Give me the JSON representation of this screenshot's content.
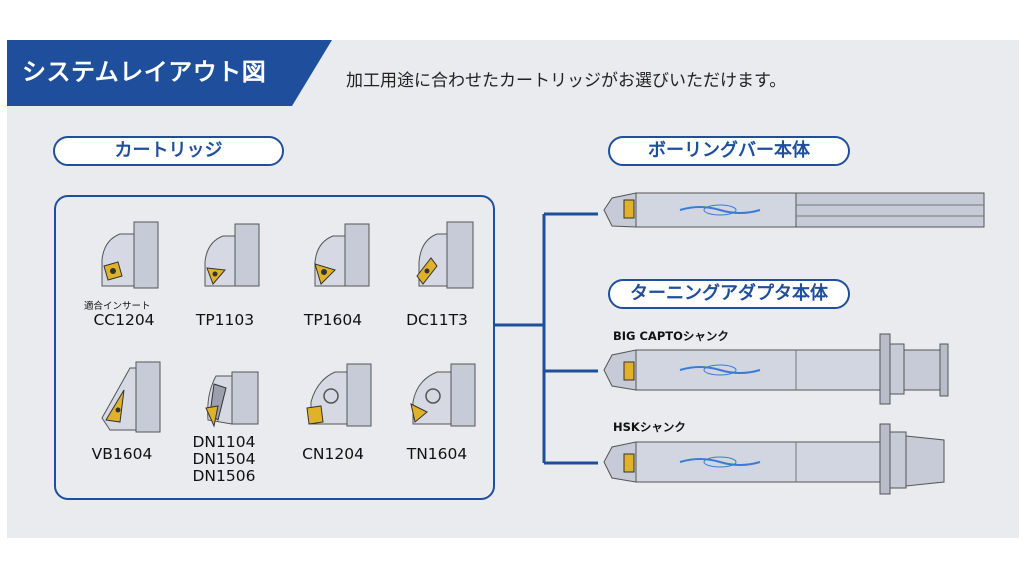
{
  "header": {
    "title": "システムレイアウト図",
    "subtitle": "加工用途に合わせたカートリッジがお選びいただけます。"
  },
  "sections": {
    "cartridge": "カートリッジ",
    "boring_bar": "ボーリングバー本体",
    "turning_adapter": "ターニングアダプタ本体"
  },
  "insert_note": "適合インサート",
  "cartridges": [
    {
      "lines": [
        "CC1204"
      ]
    },
    {
      "lines": [
        "TP1103"
      ]
    },
    {
      "lines": [
        "TP1604"
      ]
    },
    {
      "lines": [
        "DC11T3"
      ]
    },
    {
      "lines": [
        "VB1604"
      ]
    },
    {
      "lines": [
        "DN1104",
        "DN1504",
        "DN1506"
      ]
    },
    {
      "lines": [
        "CN1204"
      ]
    },
    {
      "lines": [
        "TN1604"
      ]
    }
  ],
  "shanks": {
    "big_capto": "BIG CAPTOシャンク",
    "hsk": "HSKシャンク"
  },
  "colors": {
    "brand_blue": "#1f4f9c",
    "insert_gold": "#e0b22a",
    "body_gray": "#c7cbd8"
  },
  "icons": [
    "cartridge-icon",
    "boring-bar-icon",
    "turning-adapter-icon"
  ]
}
